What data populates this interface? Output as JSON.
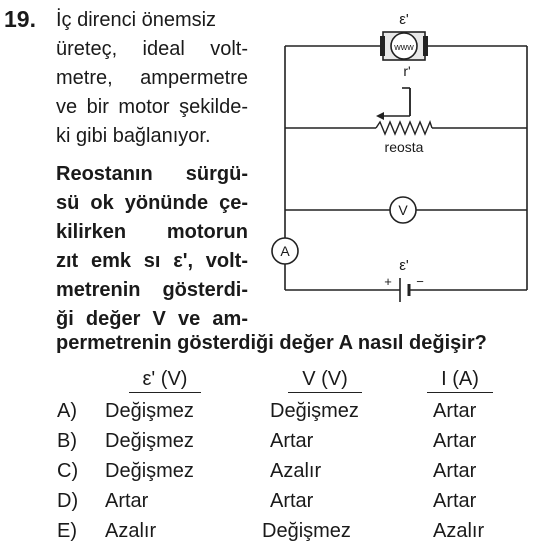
{
  "question": {
    "number": "19.",
    "intro_lines": [
      "İç direnci önemsiz",
      "üreteç, ideal volt-",
      "metre, ampermetre",
      "ve bir motor şekilde-",
      "ki gibi bağlanıyor."
    ],
    "bold_lines": [
      "Reostanın sürgü-",
      "sü ok yönünde çe-",
      "kilirken motorun",
      "zıt emk sı ε', volt-",
      "metrenin gösterdi-",
      "ği değer V ve am-"
    ],
    "bold_tail": "permetrenin gösterdiği değer A nasıl değişir?"
  },
  "circuit": {
    "motor_emf_label": "ε'",
    "motor_coil_label": "www",
    "motor_resistance_label": "r'",
    "rheostat_label": "reosta",
    "voltmeter_label": "V",
    "ammeter_label": "A",
    "source_emf_label": "ε'",
    "source_plus": "+",
    "source_minus": "−"
  },
  "table": {
    "headers": [
      "ε' (V)",
      "V (V)",
      "I (A)"
    ],
    "rows": [
      {
        "letter": "A)",
        "c1": "Değişmez",
        "c2": "Değişmez",
        "c3": "Artar"
      },
      {
        "letter": "B)",
        "c1": "Değişmez",
        "c2": "Artar",
        "c3": "Artar"
      },
      {
        "letter": "C)",
        "c1": "Değişmez",
        "c2": "Azalır",
        "c3": "Artar"
      },
      {
        "letter": "D)",
        "c1": "Artar",
        "c2": "Artar",
        "c3": "Artar"
      },
      {
        "letter": "E)",
        "c1": "Azalır",
        "c2": "Değişmez",
        "c3": "Azalır"
      }
    ]
  }
}
